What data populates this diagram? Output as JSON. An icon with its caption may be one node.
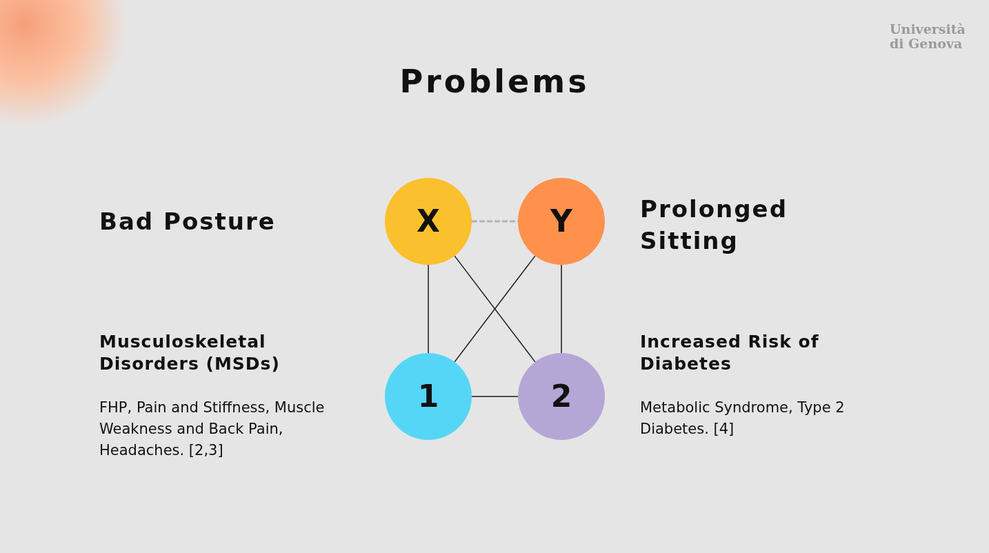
{
  "diagram": {
    "title": "Problems",
    "nodes": [
      {
        "text": [
          "X"
        ]
      },
      {
        "text": [
          "Y"
        ]
      },
      {
        "text": [
          "1"
        ]
      },
      {
        "text": [
          "2"
        ]
      }
    ],
    "edges": [
      {
        "from": 0,
        "to": 1,
        "arrow": "none",
        "style": "dashed",
        "color": "#b3b3b3"
      },
      {
        "from": 0,
        "to": 2,
        "arrow": "none"
      },
      {
        "from": 0,
        "to": 3,
        "arrow": "none"
      },
      {
        "from": 1,
        "to": 2,
        "arrow": "none"
      },
      {
        "from": 1,
        "to": 3,
        "arrow": "none"
      },
      {
        "from": 2,
        "to": 3,
        "arrow": "none"
      }
    ],
    "labels": [
      "Università di Genova",
      "Bad Posture",
      "Prolonged Sitting",
      "Musculoskeletal Disorders (MSDs)",
      "FHP, Pain and Stiffness, Muscle Weakness and Back Pain, Headaches. [2,3]",
      "Increased Risk of Diabetes",
      "Metabolic Syndrome, Type 2 Diabetes. [4]"
    ]
  }
}
